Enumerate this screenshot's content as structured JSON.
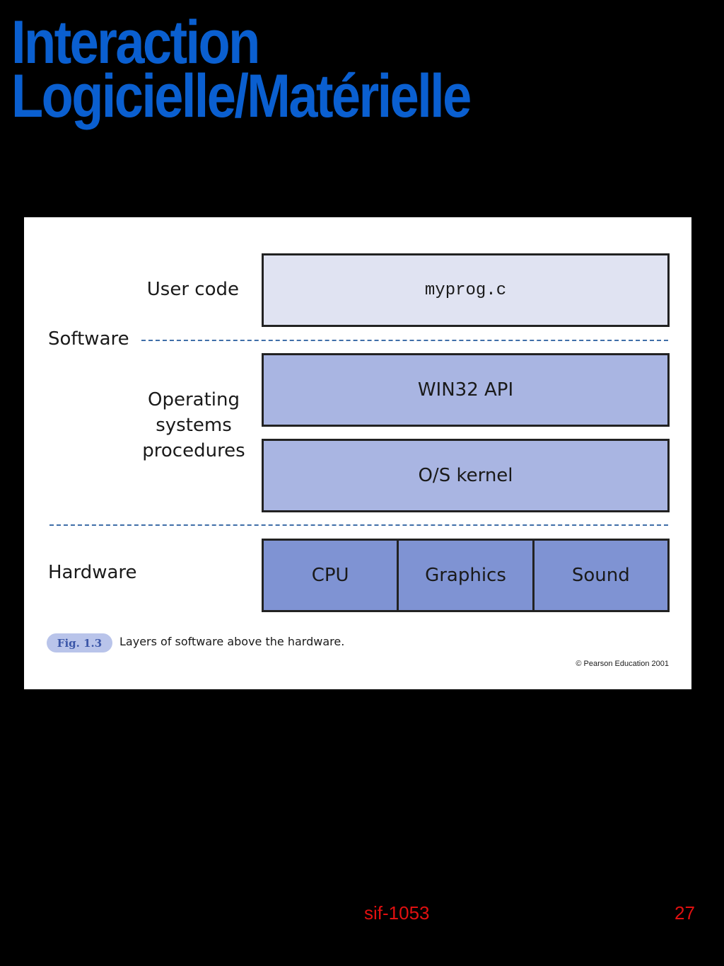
{
  "slide": {
    "title_line1": "Interaction",
    "title_line2": "Logicielle/Matérielle"
  },
  "figure": {
    "labels": {
      "user_code": "User code",
      "software": "Software",
      "operating_systems": "Operating systems procedures",
      "hardware": "Hardware"
    },
    "layers": {
      "user": "myprog.c",
      "api": "WIN32 API",
      "kernel": "O/S kernel"
    },
    "hardware_cells": [
      "CPU",
      "Graphics",
      "Sound"
    ],
    "fig_number": "Fig. 1.3",
    "caption": "Layers of software above the hardware.",
    "copyright": "© Pearson Education 2001"
  },
  "footer": {
    "course": "sif-1053",
    "page": "27"
  },
  "colors": {
    "title": "#0a5fd0",
    "footer_text": "#e01010",
    "user_box": "#e0e3f2",
    "os_box": "#a9b5e2",
    "hardware_box": "#7f93d3",
    "dashed_line": "#3f6ea8",
    "fig_badge": "#b9c4ea"
  }
}
